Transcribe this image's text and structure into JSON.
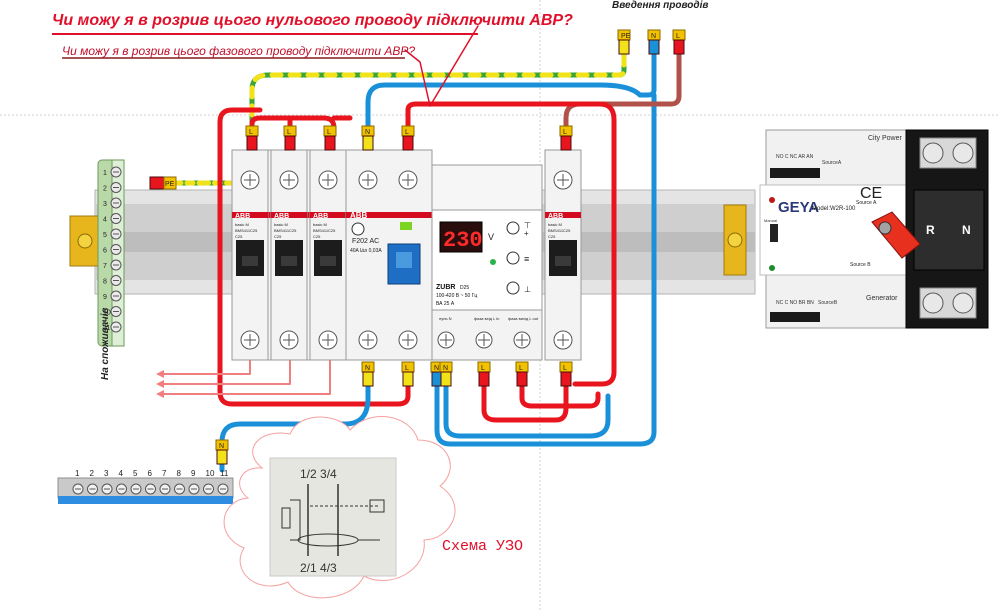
{
  "questions": {
    "neutral": "Чи можу я в розрив цього нульового проводу підключити АВР?",
    "phase": "Чи можу я в розрив цього фазового  проводу підключити АВР?"
  },
  "labels": {
    "inputs": "Введення проводів",
    "consumers": "На споживачів",
    "rcd_scheme": "Схема УЗО",
    "pe": "PE",
    "n": "N",
    "l": "L"
  },
  "breakers": [
    {
      "brand": "ABB",
      "series": "basic M",
      "model": "BMS411C25",
      "rating": "C25"
    },
    {
      "brand": "ABB",
      "series": "basic M",
      "model": "BMS411C25",
      "rating": "C25"
    },
    {
      "brand": "ABB",
      "series": "basic M",
      "model": "BMS411C25",
      "rating": "C25"
    },
    {
      "brand": "ABB",
      "series": "basic M",
      "model": "BMS411C25",
      "rating": "C25"
    }
  ],
  "rcd": {
    "brand": "ABB",
    "model": "F202 AC",
    "spec": "40A I∆n 0,03A"
  },
  "relay": {
    "display": "230",
    "unit": "V",
    "model": "ZUBR",
    "sub": "D25",
    "range": "100-420 В ~ 50 Гц",
    "current": "ВА  25 А",
    "term_n": "нуль N",
    "term_in": "фаза вхід L in",
    "term_out": "фаза вихід L out"
  },
  "ats": {
    "brand": "GEYA",
    "model": "Model:W2R-100",
    "source_a": "Source A",
    "source_b": "Source B",
    "city_power": "City Power",
    "generator": "Generator",
    "top_terminals": "NO C NC AR AN",
    "bottom_terminals": "NC C NO BR BN",
    "source_a_small": "SourceA",
    "source_b_small": "SourceB",
    "manual": "Manual",
    "r": "R",
    "n": "N"
  },
  "pe_bar": {
    "numbers": [
      "1",
      "2",
      "3",
      "4",
      "5",
      "6",
      "7",
      "8",
      "9",
      "10",
      "11"
    ]
  },
  "n_bar": {
    "numbers": [
      "1",
      "2",
      "3",
      "4",
      "5",
      "6",
      "7",
      "8",
      "9",
      "10",
      "11"
    ]
  },
  "sketch": {
    "top": "1/2  3/4",
    "bottom": "2/1  4/3"
  },
  "colors": {
    "phase": "#e8141e",
    "neutral": "#1a90d8",
    "pe_yellow": "#f2e21a",
    "pe_green": "#3aa536",
    "brown": "#b0524a",
    "question": "#e0102a"
  }
}
